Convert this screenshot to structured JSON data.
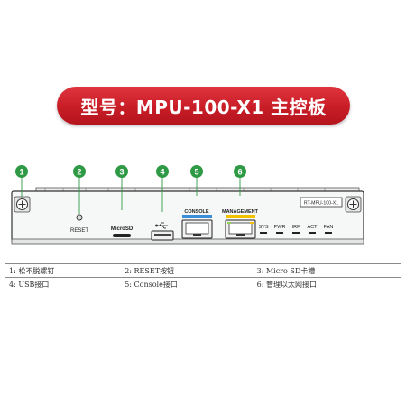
{
  "title": "型号：MPU-100-X1 主控板",
  "device": {
    "model_label": "RT-MPU-100-X1",
    "port_labels": {
      "reset": "RESET",
      "microsd": "MicroSD",
      "console": "CONSOLE",
      "management": "MANAGEMENT"
    },
    "leds": [
      "SYS",
      "PWR",
      "IRF",
      "ACT",
      "FAN"
    ],
    "callouts": [
      "1",
      "2",
      "3",
      "4",
      "5",
      "6"
    ],
    "colors": {
      "callout": "#2f9a46",
      "console_bar": "#3b8fd9",
      "management_bar": "#f2c200",
      "banner": "#c81d27"
    }
  },
  "legend": [
    [
      "1: 松不脱螺钉",
      "2: RESET按钮",
      "3: Micro SD卡槽"
    ],
    [
      "4: USB接口",
      "5: Console接口",
      "6: 管理以太网接口"
    ]
  ]
}
